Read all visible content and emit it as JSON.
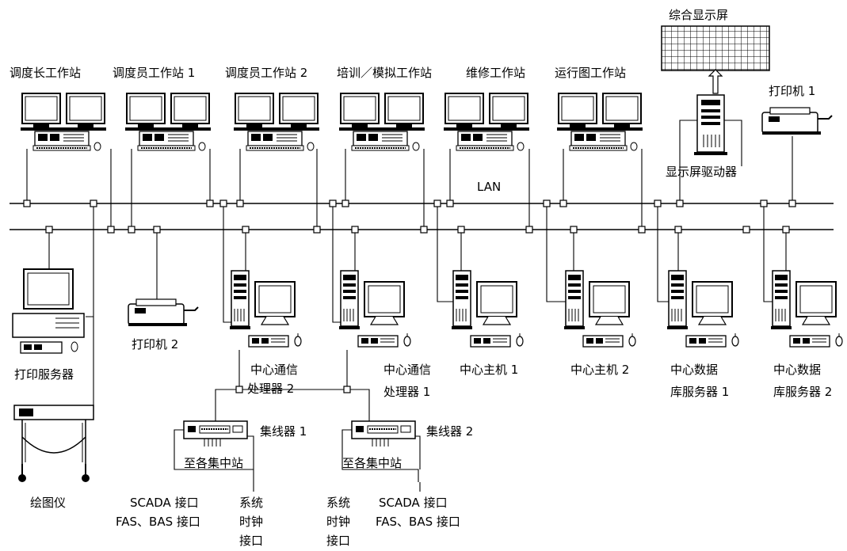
{
  "title": "综合显示屏",
  "network_label": "LAN",
  "workstations": [
    {
      "label": "调度长工作站"
    },
    {
      "label": "调度员工作站 1"
    },
    {
      "label": "调度员工作站 2"
    },
    {
      "label": "培训／模拟工作站"
    },
    {
      "label": "维修工作站"
    },
    {
      "label": "运行图工作站"
    }
  ],
  "display_driver": "显示屏驱动器",
  "printer1": "打印机 1",
  "printer2": "打印机 2",
  "print_server": "打印服务器",
  "plotter": "绘图仪",
  "servers": [
    {
      "line1": "中心通信",
      "line2": "处理器 2"
    },
    {
      "line1": "中心通信",
      "line2": "处理器 1"
    },
    {
      "line1": "中心主机 1",
      "line2": ""
    },
    {
      "line1": "中心主机 2",
      "line2": ""
    },
    {
      "line1": "中心数据",
      "line2": "库服务器 1"
    },
    {
      "line1": "中心数据",
      "line2": "库服务器 2"
    }
  ],
  "hubs": [
    {
      "label": "集线器 1",
      "to_stations": "至各集中站",
      "interfaces": [
        "SCADA 接口",
        "FAS、BAS 接口"
      ],
      "clock": [
        "系统",
        "时钟",
        "接口"
      ]
    },
    {
      "label": "集线器 2",
      "to_stations": "至各集中站",
      "interfaces": [
        "SCADA 接口",
        "FAS、BAS 接口"
      ],
      "clock": [
        "系统",
        "时钟",
        "接口"
      ]
    }
  ]
}
